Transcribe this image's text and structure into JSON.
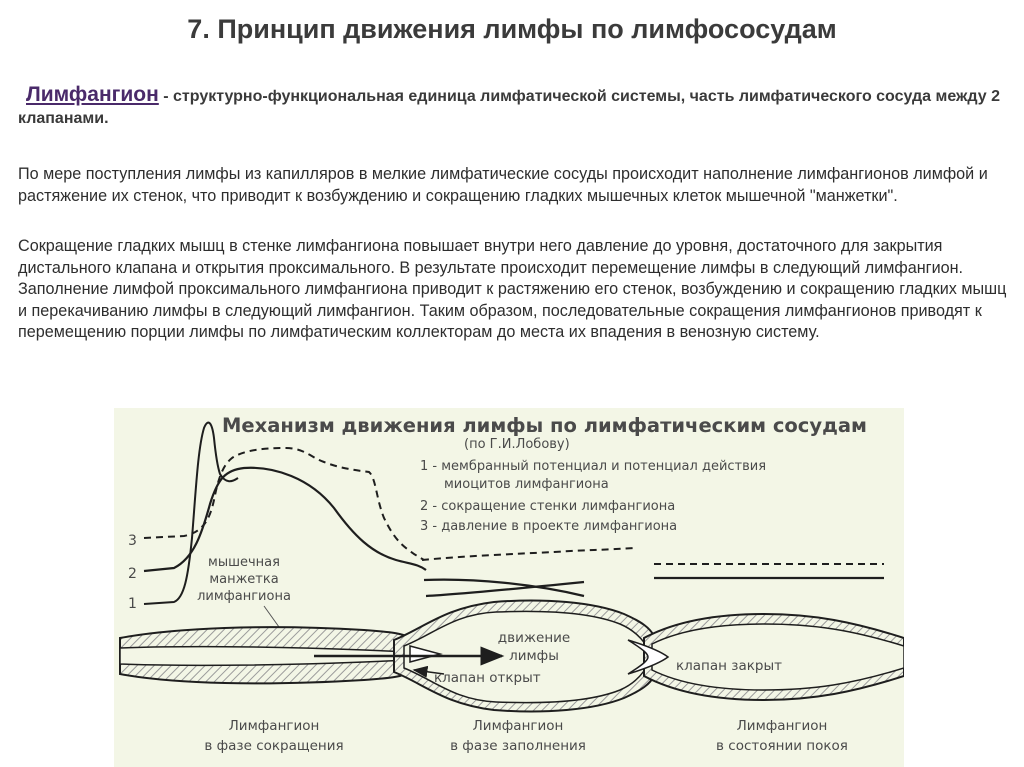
{
  "slide": {
    "title": "7. Принцип движения лимфы по лимфососудам"
  },
  "definition": {
    "term": "Лимфангион",
    "text": " - структурно-функциональная единица лимфатической системы, часть лимфатического сосуда между 2 клапанами."
  },
  "paragraphs": {
    "p1": "По мере поступления лимфы из капилляров в мелкие лимфатические сосуды происходит наполнение лимфангионов лимфой и растяжение их стенок, что приводит к возбуждению и сокращению гладких мышечных клеток мышечной \"манжетки\".",
    "p2": "Сокращение гладких мышц в стенке лимфангиона повышает внутри него давление до уровня, достаточного для закрытия дистального клапана и открытия проксимального. В результате происходит перемещение лимфы в следующий лимфангион. Заполнение лимфой проксимального лимфангиона приводит к растяжению его стенок, возбуждению и сокращению гладких мышц и перекачиванию лимфы в следующий лимфангион. Таким образом, последовательные сокращения лимфангионов приводят к перемещению порции лимфы по лимфатическим коллекторам до места их впадения в венозную систему."
  },
  "diagram": {
    "title": "Механизм движения лимфы по лимфатическим сосудам",
    "source": "(по Г.И.Лобову)",
    "legend": [
      "1 - мембранный потенциал и потенциал действия",
      "миоцитов лимфангиона",
      "2 - сокращение стенки лимфангиона",
      "3 - давление в проекте лимфангиона"
    ],
    "curve_numbers": [
      "3",
      "2",
      "1"
    ],
    "cuff_label": [
      "мышечная",
      "манжетка",
      "лимфангиона"
    ],
    "flow_label": [
      "движение",
      "лимфы"
    ],
    "valve_open": "клапан  открыт",
    "valve_closed": "клапан закрыт",
    "stages": [
      [
        "Лимфангион",
        "в фазе сокращения"
      ],
      [
        "Лимфангион",
        "в фазе заполнения"
      ],
      [
        "Лимфангион",
        "в состоянии покоя"
      ]
    ],
    "colors": {
      "background": "#f3f6e6",
      "hatching": "#9a9a9a",
      "line": "#1e1e1e",
      "title": "#6a6a6a"
    }
  }
}
